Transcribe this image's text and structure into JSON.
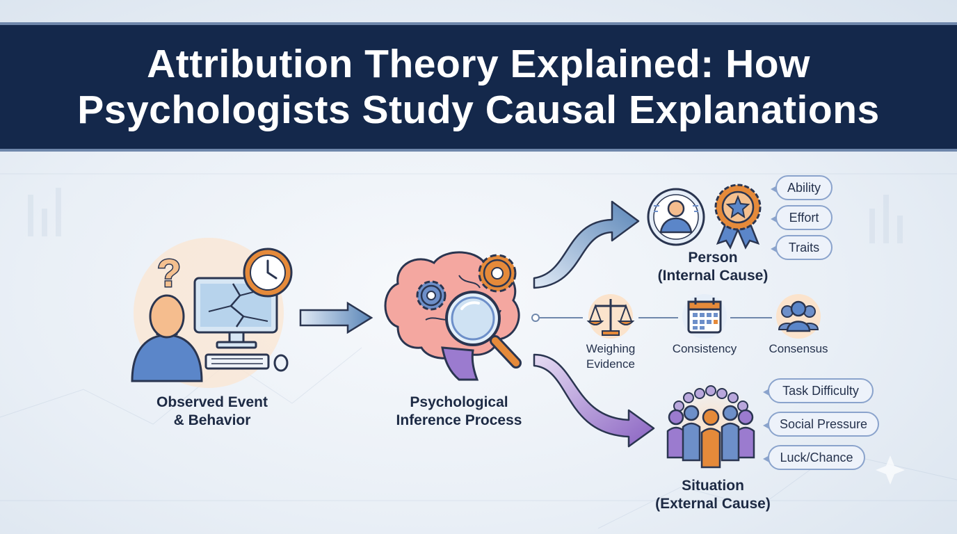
{
  "title": {
    "line1": "Attribution Theory Explained: How",
    "line2": "Psychologists Study Causal Explanations"
  },
  "observed": {
    "label_line1": "Observed Event",
    "label_line2": "& Behavior"
  },
  "inference": {
    "label_line1": "Psychological",
    "label_line2": "Inference Process"
  },
  "person": {
    "label_line1": "Person",
    "label_line2": "(Internal Cause)",
    "factors": [
      "Ability",
      "Effort",
      "Traits"
    ]
  },
  "situation": {
    "label_line1": "Situation",
    "label_line2": "(External Cause)",
    "factors": [
      "Task Difficulty",
      "Social Pressure",
      "Luck/Chance"
    ]
  },
  "criteria": {
    "weighing_line1": "Weighing",
    "weighing_line2": "Evidence",
    "consistency": "Consistency",
    "consensus": "Consensus"
  },
  "colors": {
    "banner": "#14284b",
    "person_arrow": "#5b86b8",
    "situation_arrow": "#8a63c2",
    "skin": "#f5bd8e",
    "shirt": "#5b86c9",
    "accent_orange": "#e58a3a"
  },
  "icons": [
    "question-mark-icon",
    "person-icon",
    "broken-computer-icon",
    "clock-icon",
    "brain-icon",
    "gear-icon",
    "magnifying-glass-icon",
    "profile-badge-icon",
    "award-ribbon-icon",
    "scales-icon",
    "calendar-icon",
    "group-icon",
    "crowd-icon"
  ]
}
